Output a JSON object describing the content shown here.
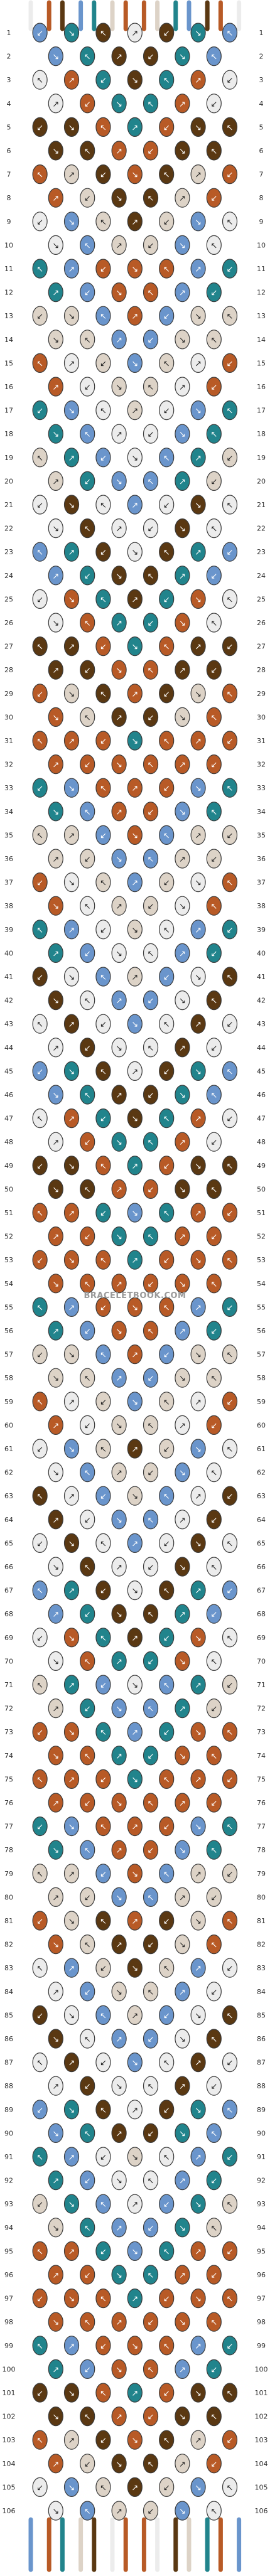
{
  "watermark": "BRACELETBOOK.COM",
  "row_count": 106,
  "strand_count": 14,
  "colors": {
    "white": "#ececec",
    "brown": "#b85a26",
    "dark_brown": "#5a3812",
    "blue": "#6a95cc",
    "teal": "#21848c",
    "beige": "#ddd3c7"
  },
  "top_strands": [
    "white",
    "brown",
    "dark_brown",
    "blue",
    "teal",
    "beige",
    "brown",
    "brown",
    "beige",
    "teal",
    "blue",
    "dark_brown",
    "brown",
    "white"
  ],
  "bottom_strands": [
    "blue",
    "brown",
    "teal",
    "beige",
    "dark_brown",
    "white",
    "brown",
    "brown",
    "white",
    "dark_brown",
    "beige",
    "teal",
    "brown",
    "blue"
  ],
  "motif_sequence": [
    "white",
    "brown",
    "dark_brown",
    "blue",
    "teal",
    "beige",
    "brown",
    "white",
    "dark_brown",
    "blue",
    "beige",
    "teal",
    "blue",
    "brown"
  ],
  "edge_sequence": [
    "white",
    "brown",
    "dark_brown",
    "brown",
    "white",
    "teal",
    "blue",
    "beige",
    "white",
    "brown",
    "dark_brown",
    "teal",
    "brown",
    "beige"
  ]
}
